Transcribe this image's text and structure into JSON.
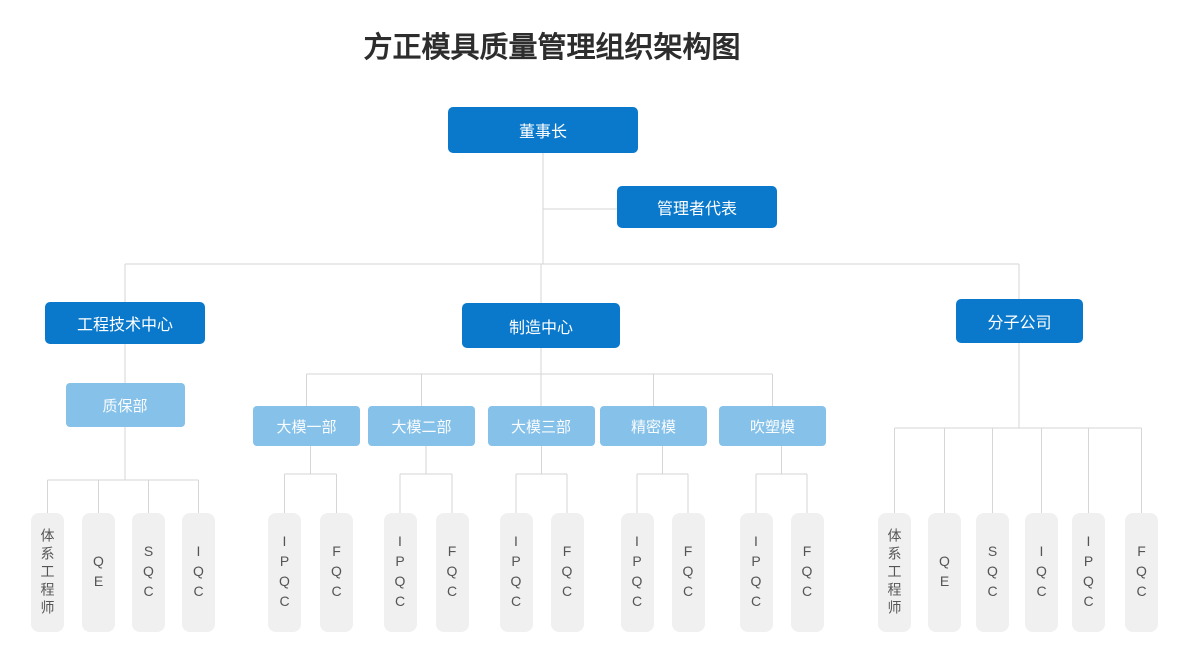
{
  "title": "方正模具质量管理组织架构图",
  "colors": {
    "primary": "#0b79cb",
    "secondary": "#85c1e8",
    "leaf-bg": "#f0f0f0",
    "leaf-text": "#555555",
    "line": "#d6d6d6"
  },
  "org": {
    "chairman": {
      "label": "董事长"
    },
    "management_rep": {
      "label": "管理者代表"
    },
    "engineering": {
      "label": "工程技术中心",
      "qa_dept": {
        "label": "质保部",
        "leaves": [
          "体系工程师",
          "QE",
          "SQC",
          "IQC"
        ]
      }
    },
    "manufacturing": {
      "label": "制造中心",
      "units": [
        {
          "label": "大模一部",
          "leaves": [
            "IPQC",
            "FQC"
          ]
        },
        {
          "label": "大模二部",
          "leaves": [
            "IPQC",
            "FQC"
          ]
        },
        {
          "label": "大模三部",
          "leaves": [
            "IPQC",
            "FQC"
          ]
        },
        {
          "label": "精密模",
          "leaves": [
            "IPQC",
            "FQC"
          ]
        },
        {
          "label": "吹塑模",
          "leaves": [
            "IPQC",
            "FQC"
          ]
        }
      ]
    },
    "subsidiaries": {
      "label": "分子公司",
      "leaves": [
        "体系工程师",
        "QE",
        "SQC",
        "IQC",
        "IPQC",
        "FQC"
      ]
    }
  }
}
